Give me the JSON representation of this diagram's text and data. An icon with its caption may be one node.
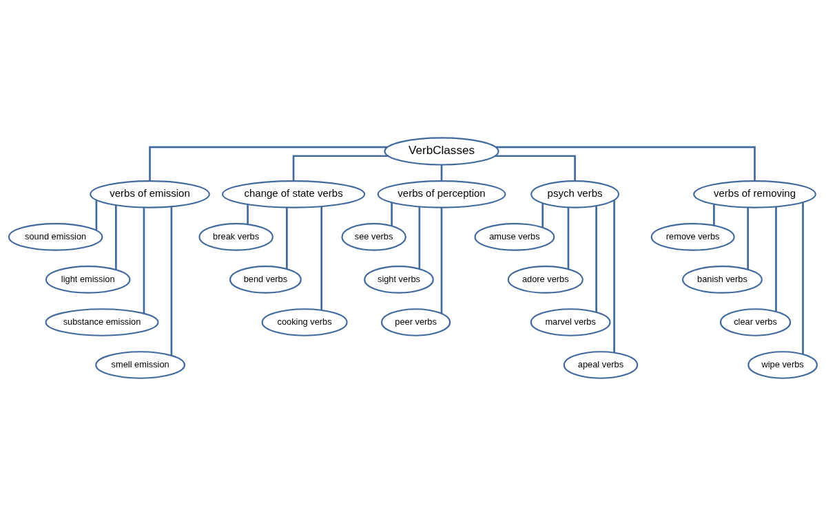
{
  "diagram": {
    "nodes": [
      {
        "text": [
          "VerbClasses"
        ]
      },
      {
        "text": [
          "verbs of emission"
        ]
      },
      {
        "text": [
          "change of state verbs"
        ]
      },
      {
        "text": [
          "verbs of perception"
        ]
      },
      {
        "text": [
          "psych verbs"
        ]
      },
      {
        "text": [
          "verbs of removing"
        ]
      },
      {
        "text": [
          "sound emission"
        ]
      },
      {
        "text": [
          "light emission"
        ]
      },
      {
        "text": [
          "substance emission"
        ]
      },
      {
        "text": [
          "smell emission"
        ]
      },
      {
        "text": [
          "break verbs"
        ]
      },
      {
        "text": [
          "bend verbs"
        ]
      },
      {
        "text": [
          "cooking verbs"
        ]
      },
      {
        "text": [
          "see verbs"
        ]
      },
      {
        "text": [
          "sight verbs"
        ]
      },
      {
        "text": [
          "peer verbs"
        ]
      },
      {
        "text": [
          "amuse verbs"
        ]
      },
      {
        "text": [
          "adore verbs"
        ]
      },
      {
        "text": [
          "marvel verbs"
        ]
      },
      {
        "text": [
          "apeal verbs"
        ]
      },
      {
        "text": [
          "remove verbs"
        ]
      },
      {
        "text": [
          "banish verbs"
        ]
      },
      {
        "text": [
          "clear verbs"
        ]
      },
      {
        "text": [
          "wipe verbs"
        ]
      }
    ],
    "edges": [
      {
        "from": 0,
        "to": 1,
        "arrow": "none"
      },
      {
        "from": 0,
        "to": 2,
        "arrow": "none"
      },
      {
        "from": 0,
        "to": 3,
        "arrow": "none"
      },
      {
        "from": 0,
        "to": 4,
        "arrow": "none"
      },
      {
        "from": 0,
        "to": 5,
        "arrow": "none"
      },
      {
        "from": 1,
        "to": 6,
        "arrow": "none"
      },
      {
        "from": 1,
        "to": 7,
        "arrow": "none"
      },
      {
        "from": 1,
        "to": 8,
        "arrow": "none"
      },
      {
        "from": 1,
        "to": 9,
        "arrow": "none"
      },
      {
        "from": 2,
        "to": 10,
        "arrow": "none"
      },
      {
        "from": 2,
        "to": 11,
        "arrow": "none"
      },
      {
        "from": 2,
        "to": 12,
        "arrow": "none"
      },
      {
        "from": 3,
        "to": 13,
        "arrow": "none"
      },
      {
        "from": 3,
        "to": 14,
        "arrow": "none"
      },
      {
        "from": 3,
        "to": 15,
        "arrow": "none"
      },
      {
        "from": 4,
        "to": 16,
        "arrow": "none"
      },
      {
        "from": 4,
        "to": 17,
        "arrow": "none"
      },
      {
        "from": 4,
        "to": 18,
        "arrow": "none"
      },
      {
        "from": 4,
        "to": 19,
        "arrow": "none"
      },
      {
        "from": 5,
        "to": 20,
        "arrow": "none"
      },
      {
        "from": 5,
        "to": 21,
        "arrow": "none"
      },
      {
        "from": 5,
        "to": 22,
        "arrow": "none"
      },
      {
        "from": 5,
        "to": 23,
        "arrow": "none"
      }
    ]
  }
}
